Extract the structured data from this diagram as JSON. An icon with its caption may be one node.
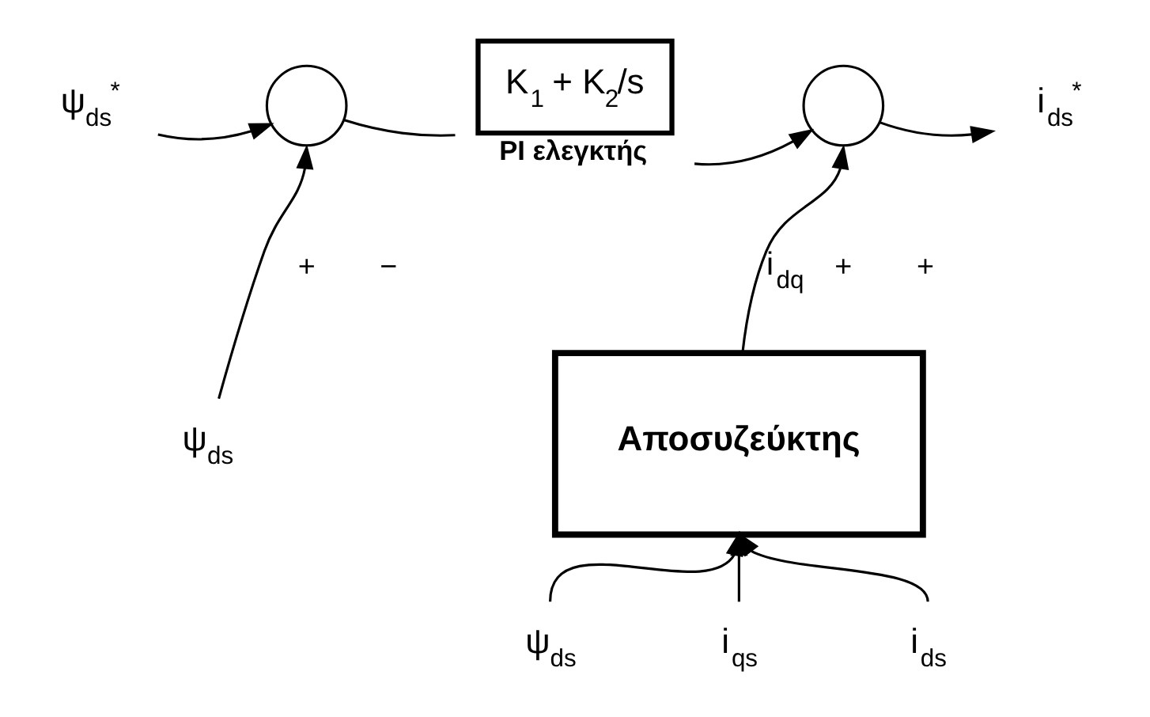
{
  "diagram": {
    "nodes": [
      {
        "text": [
          "ψ$_{ds}$$^{*}$"
        ]
      },
      {
        "text": [],
        "shape": "circle"
      },
      {
        "text": [
          "ψ$_{ds}$"
        ]
      },
      {
        "text": [
          "K$_{1}$ + K$_{2}$/s"
        ],
        "beside": [
          "PI ελεγκτής"
        ]
      },
      {
        "text": [],
        "shape": "circle"
      },
      {
        "text": [
          "i$_{ds}$$^{*}$"
        ]
      },
      {
        "text": [
          "Αποσυζεύκτης"
        ]
      },
      {
        "text": [
          "ψ$_{ds}$"
        ]
      },
      {
        "text": [
          "i$_{qs}$"
        ]
      },
      {
        "text": [
          "i$_{ds}$"
        ]
      }
    ],
    "edges": [
      {
        "from": 0,
        "to": 1,
        "arrow": "to"
      },
      {
        "from": 2,
        "to": 1,
        "arrow": "to"
      },
      {
        "from": 1,
        "to": 3,
        "arrow": "none"
      },
      {
        "from": 3,
        "to": 4,
        "arrow": "to"
      },
      {
        "from": 4,
        "to": 5,
        "arrow": "to"
      },
      {
        "from": 6,
        "to": 4,
        "arrow": "to",
        "label": "i$_{dq}$"
      },
      {
        "from": 7,
        "to": 6,
        "arrow": "to"
      },
      {
        "from": 8,
        "to": 6,
        "arrow": "to"
      },
      {
        "from": 9,
        "to": 6,
        "arrow": "to"
      }
    ],
    "labels": [
      "+",
      "−",
      "+",
      "+"
    ]
  }
}
